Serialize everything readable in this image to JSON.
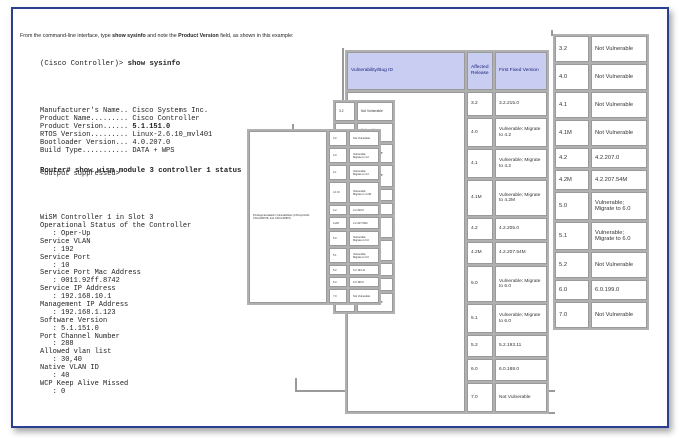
{
  "instruction": {
    "prefix": "From the command-line interface, type ",
    "command": "show sysinfo",
    "middle": " and note the ",
    "field": "Product Version",
    "suffix": " field, as shown in this example:"
  },
  "sysinfo": {
    "prompt": "(Cisco Controller)> ",
    "command": "show sysinfo",
    "lines": [
      {
        "label": "Manufacturer's Name.. ",
        "value": "Cisco Systems Inc."
      },
      {
        "label": "Product Name......... ",
        "value": "Cisco Controller"
      },
      {
        "label": "Product Version...... ",
        "value": "5.1.151.0",
        "bold": true
      },
      {
        "label": "RTOS Version......... ",
        "value": "Linux-2.6.10_mvl401"
      },
      {
        "label": "Bootloader Version... ",
        "value": "4.0.207.0"
      },
      {
        "label": "Build Type........... ",
        "value": "DATA + WPS"
      }
    ],
    "suppressed": "<output suppressed>"
  },
  "wism": {
    "prompt": "Router# ",
    "command": "show wism module 3 controller 1 status",
    "lines": [
      "WiSM Controller 1 in Slot 3",
      "Operational Status of the Controller",
      "   : Oper-Up",
      "Service VLAN",
      "   : 192",
      "Service Port",
      "   : 10",
      "Service Port Mac Address",
      "   : 0011.92ff.8742",
      "Service IP Address",
      "   : 192.168.10.1",
      "Management IP Address",
      "   : 192.168.1.123",
      "Software Version",
      "   : 5.1.151.0",
      "Port Channel Number",
      "   : 288",
      "Allowed vlan list",
      "   : 30,40",
      "Native VLAN ID",
      "   : 40",
      "WCP Keep Alive Missed",
      "   : 0"
    ]
  },
  "tables": {
    "back": {
      "description": "Privilege Escalation Vulnerabilities (CSCsy41441, CSCsx86728, and CSCsz00837)",
      "rows": [
        {
          "release": "3.2",
          "fixed": "Not Vulnerable"
        },
        {
          "release": "4.0",
          "fixed": "Vulnerable; Migrate to 4.2"
        },
        {
          "release": "4.1",
          "fixed": "Vulnerable; Migrate to 4.2"
        },
        {
          "release": "4.1 M",
          "fixed": "Vulnerable; Migrate to 4.2M"
        },
        {
          "release": "4.2",
          "fixed": "4.2.209.0"
        },
        {
          "release": "4.2M",
          "fixed": "4.2.207.54M"
        },
        {
          "release": "5.0",
          "fixed": "Vulnerable; Migrate to 6.0"
        },
        {
          "release": "5.1",
          "fixed": "Vulnerable; Migrate to 6.0"
        },
        {
          "release": "5.2",
          "fixed": "5.2.193.11"
        },
        {
          "release": "6.0",
          "fixed": "6.0.196.0"
        },
        {
          "release": "7.0",
          "fixed": "Not Vulnerable"
        }
      ]
    },
    "second": {
      "rows": [
        {
          "release": "3.2",
          "fixed": "Not Vulnerable"
        },
        {
          "release": "4.0",
          "fixed": "Vulnerable; Migrate to 4.2"
        },
        {
          "release": "4.1",
          "fixed": "Not Vulnerable"
        },
        {
          "release": "4.1M",
          "fixed": "Not Vulnerable"
        },
        {
          "release": "4.2",
          "fixed": "4.2.209.0"
        },
        {
          "release": "4.2M",
          "fixed": "4.2.207.54M"
        },
        {
          "release": "5.0",
          "fixed": "Vulnerable; Migrate to 6.0"
        },
        {
          "release": "5.1",
          "fixed": "Vulnerable; Migrate to 6.0"
        },
        {
          "release": "5.2",
          "fixed": "5.2.193.11"
        },
        {
          "release": "6.0",
          "fixed": "6.0.196.0"
        },
        {
          "release": "7.0",
          "fixed": "Not Vulnerable"
        }
      ]
    },
    "third": {
      "headers": {
        "id": "Vulnerability/Bug ID",
        "release": "Affected Release",
        "fixed": "First Fixed Version"
      },
      "rows": [
        {
          "release": "3.2",
          "fixed": "3.2.215.0"
        },
        {
          "release": "4.0",
          "fixed": "Vulnerable; Migrate to 4.2"
        },
        {
          "release": "4.1",
          "fixed": "Vulnerable; Migrate to 4.2"
        },
        {
          "release": "4.1M",
          "fixed": "Vulnerable; Migrate to 4.2M"
        },
        {
          "release": "4.2",
          "fixed": "4.2.205.0"
        },
        {
          "release": "4.2M",
          "fixed": "4.2.207.54M"
        },
        {
          "release": "5.0",
          "fixed": "Vulnerable; Migrate to 6.0"
        },
        {
          "release": "5.1",
          "fixed": "Vulnerable; Migrate to 6.0"
        },
        {
          "release": "5.2",
          "fixed": "5.2.193.11"
        },
        {
          "release": "6.0",
          "fixed": "6.0.188.0"
        },
        {
          "release": "7.0",
          "fixed": "Not Vulnerable"
        }
      ]
    },
    "front": {
      "rows": [
        {
          "release": "3.2",
          "fixed": "Not Vulnerable"
        },
        {
          "release": "4.0",
          "fixed": "Not Vulnerable"
        },
        {
          "release": "4.1",
          "fixed": "Not Vulnerable"
        },
        {
          "release": "4.1M",
          "fixed": "Not Vulnerable"
        },
        {
          "release": "4.2",
          "fixed": "4.2.207.0"
        },
        {
          "release": "4.2M",
          "fixed": "4.2.207.54M"
        },
        {
          "release": "5.0",
          "fixed": "Vulnerable; Migrate to 6.0"
        },
        {
          "release": "5.1",
          "fixed": "Vulnerable; Migrate to 6.0"
        },
        {
          "release": "5.2",
          "fixed": "Not Vulnerable"
        },
        {
          "release": "6.0",
          "fixed": "6.0.199.0"
        },
        {
          "release": "7.0",
          "fixed": "Not Vulnerable"
        }
      ]
    }
  }
}
